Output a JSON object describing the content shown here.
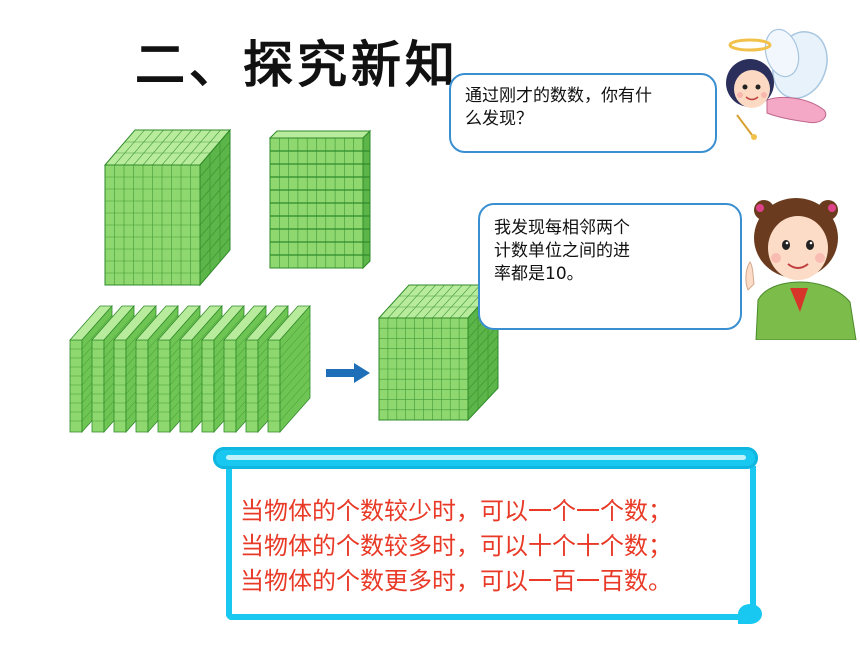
{
  "title": "二、探究新知",
  "bubble_fairy": {
    "lines": [
      "通过刚才的数数，你有什",
      "么发现？"
    ]
  },
  "bubble_girl": {
    "lines": [
      "我发现每相邻两个",
      "计数单位之间的进",
      "率都是10。"
    ]
  },
  "summary": {
    "lines": [
      "当物体的个数较少时，可以一个一个数；",
      "当物体的个数较多时，可以十个十个数；",
      "当物体的个数更多时，可以一百一百数。"
    ]
  },
  "colors": {
    "cube_front": "#8fd86f",
    "cube_top": "#b8ec9c",
    "cube_side": "#5cb548",
    "grid": "#2f8a2a",
    "arrow": "#1f6fb8",
    "bubble_border": "#3a8fd1",
    "scroll": "#18c8f0",
    "summary_text": "#e83a27"
  },
  "icons": [
    "fairy-character-icon",
    "girl-character-icon",
    "right-arrow-icon"
  ]
}
